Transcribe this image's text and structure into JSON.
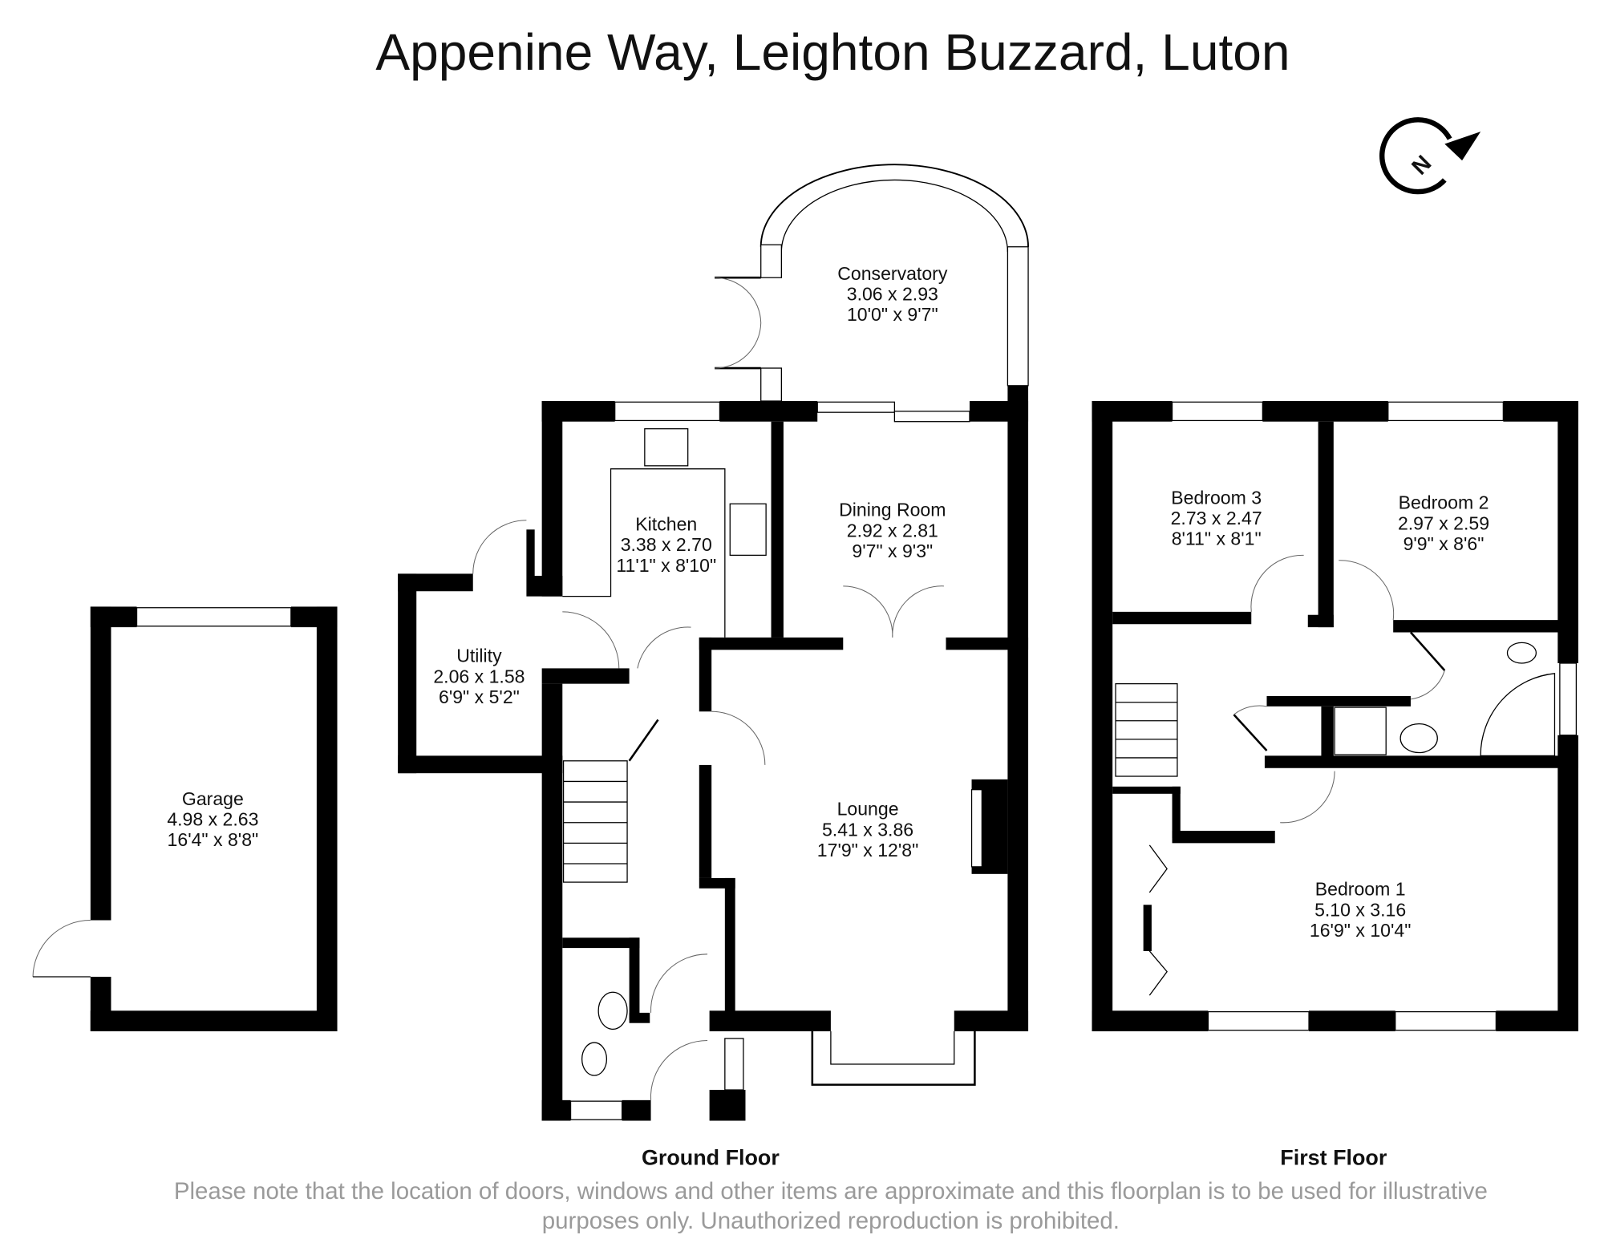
{
  "title": "Appenine Way, Leighton Buzzard, Luton",
  "compass_label": "N",
  "ground_floor": {
    "label": "Ground Floor",
    "rooms": [
      {
        "name": "Conservatory",
        "metric": "3.06 x 2.93",
        "imperial": "10'0\" x 9'7\""
      },
      {
        "name": "Kitchen",
        "metric": "3.38 x 2.70",
        "imperial": "11'1\" x 8'10\""
      },
      {
        "name": "Dining Room",
        "metric": "2.92 x 2.81",
        "imperial": "9'7\" x 9'3\""
      },
      {
        "name": "Utility",
        "metric": "2.06 x 1.58",
        "imperial": "6'9\" x 5'2\""
      },
      {
        "name": "Lounge",
        "metric": "5.41 x 3.86",
        "imperial": "17'9\" x 12'8\""
      },
      {
        "name": "Garage",
        "metric": "4.98 x 2.63",
        "imperial": "16'4\" x 8'8\""
      }
    ]
  },
  "first_floor": {
    "label": "First Floor",
    "rooms": [
      {
        "name": "Bedroom 3",
        "metric": "2.73 x 2.47",
        "imperial": "8'11\" x 8'1\""
      },
      {
        "name": "Bedroom 2",
        "metric": "2.97 x 2.59",
        "imperial": "9'9\" x 8'6\""
      },
      {
        "name": "Bedroom 1",
        "metric": "5.10 x 3.16",
        "imperial": "16'9\" x 10'4\""
      }
    ]
  },
  "disclaimer": {
    "line1": "Please note that the location of doors, windows and other items are approximate and this floorplan is to be used for illustrative",
    "line2": "purposes only. Unauthorized reproduction is prohibited."
  }
}
